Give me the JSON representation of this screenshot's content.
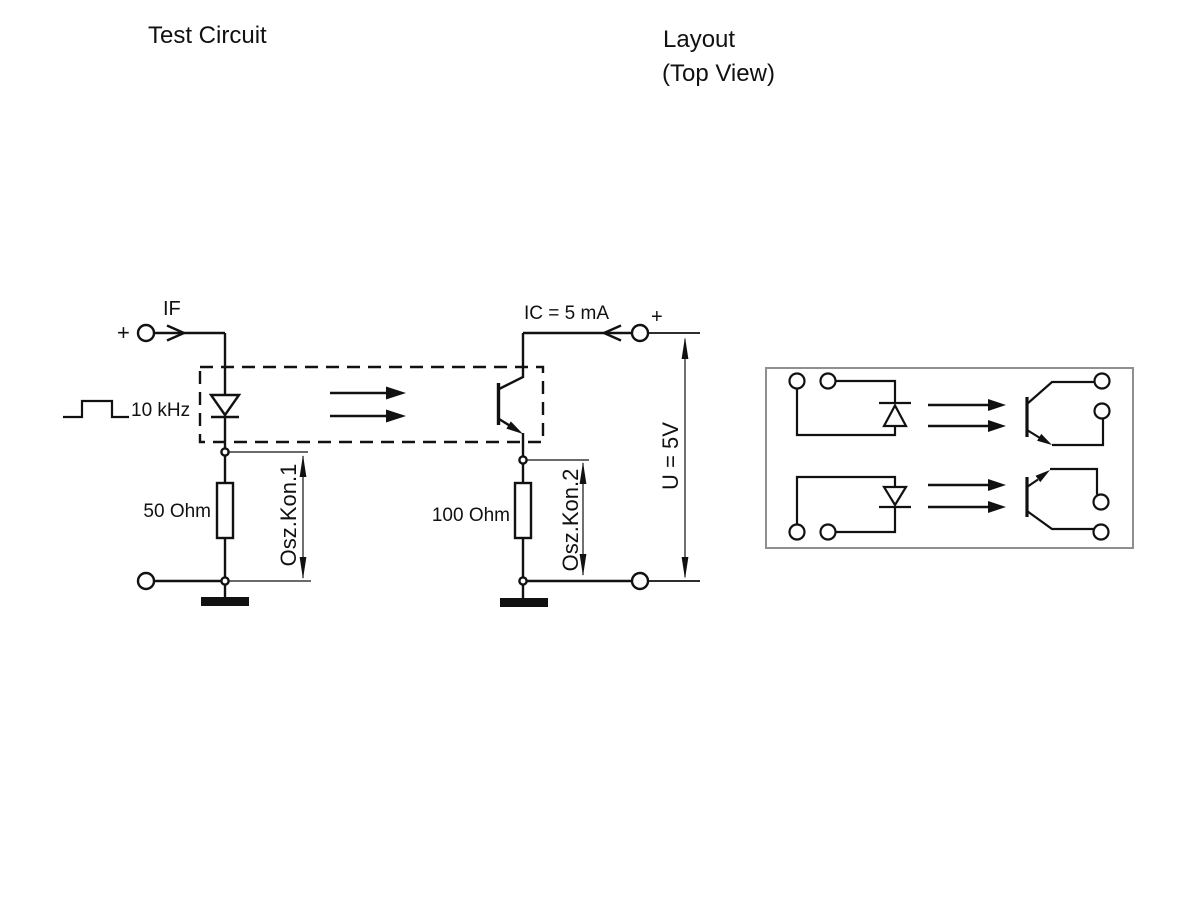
{
  "titles": {
    "test_circuit": "Test Circuit",
    "layout": "Layout",
    "layout_sub": "(Top View)"
  },
  "labels": {
    "if_current": "IF",
    "plus_in": "+",
    "frequency": "10 kHz",
    "resistor_in": "50 Ohm",
    "scope1": "Osz.Kon.1",
    "ic_current": "IC = 5 mA",
    "plus_out": "+",
    "resistor_out": "100 Ohm",
    "scope2": "Osz.Kon.2",
    "supply_voltage": "U = 5V"
  },
  "colors": {
    "line": "#111111",
    "package_outline": "#8f8f8f",
    "background": "#ffffff"
  }
}
